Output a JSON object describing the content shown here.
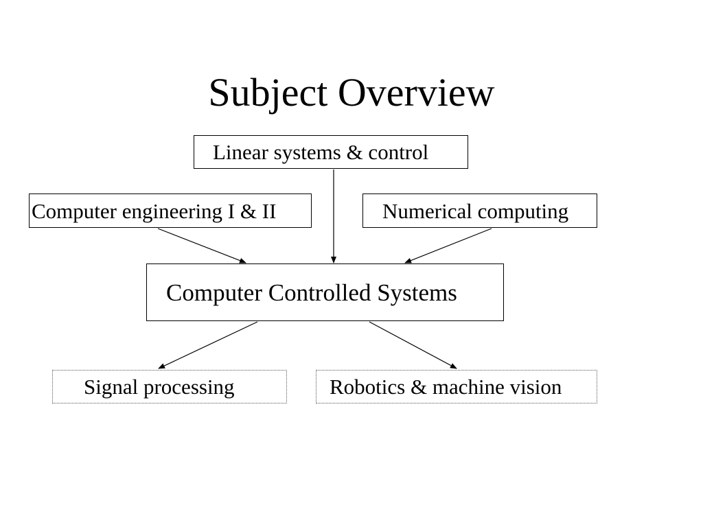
{
  "title": "Subject Overview",
  "boxes": {
    "linear": "Linear systems & control",
    "computer_engineering": "Computer engineering I & II",
    "numerical": "Numerical computing",
    "central": "Computer Controlled Systems",
    "signal": "Signal processing",
    "robotics": "Robotics & machine vision"
  },
  "connections": [
    {
      "from": "linear",
      "to": "central"
    },
    {
      "from": "computer_engineering",
      "to": "central"
    },
    {
      "from": "numerical",
      "to": "central"
    },
    {
      "from": "central",
      "to": "signal"
    },
    {
      "from": "central",
      "to": "robotics"
    }
  ]
}
